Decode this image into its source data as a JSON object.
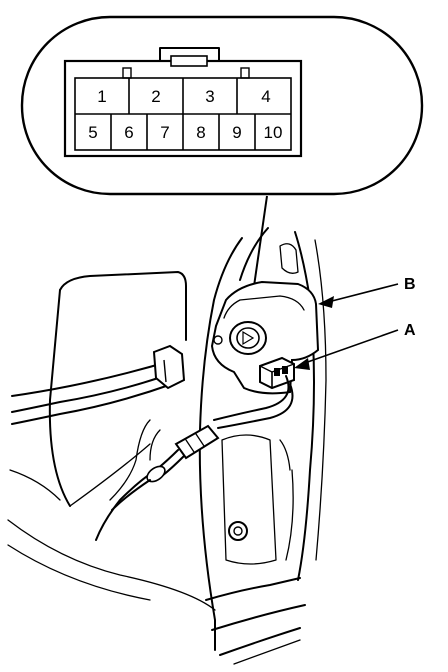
{
  "connector": {
    "pins_top": [
      "1",
      "2",
      "3",
      "4"
    ],
    "pins_bottom": [
      "5",
      "6",
      "7",
      "8",
      "9",
      "10"
    ]
  },
  "callouts": {
    "a": "A",
    "b": "B"
  }
}
